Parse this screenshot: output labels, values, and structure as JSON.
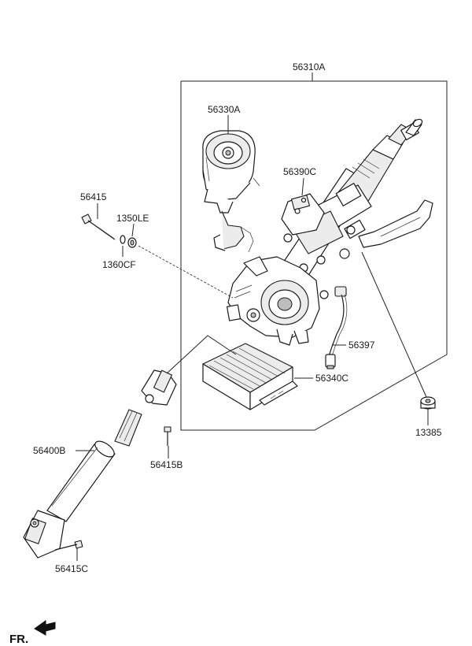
{
  "labels": {
    "assembly": "56310A",
    "motor": "56330A",
    "bracket": "56390C",
    "bolt_top": "56415",
    "washer_a": "1350LE",
    "washer_b": "1360CF",
    "harness": "56397",
    "ecu": "56340C",
    "nut": "13385",
    "shaft": "56400B",
    "bolt_b": "56415B",
    "bolt_c": "56415C"
  },
  "orientation": {
    "text": "FR.",
    "icon": "forward-arrow-icon"
  }
}
